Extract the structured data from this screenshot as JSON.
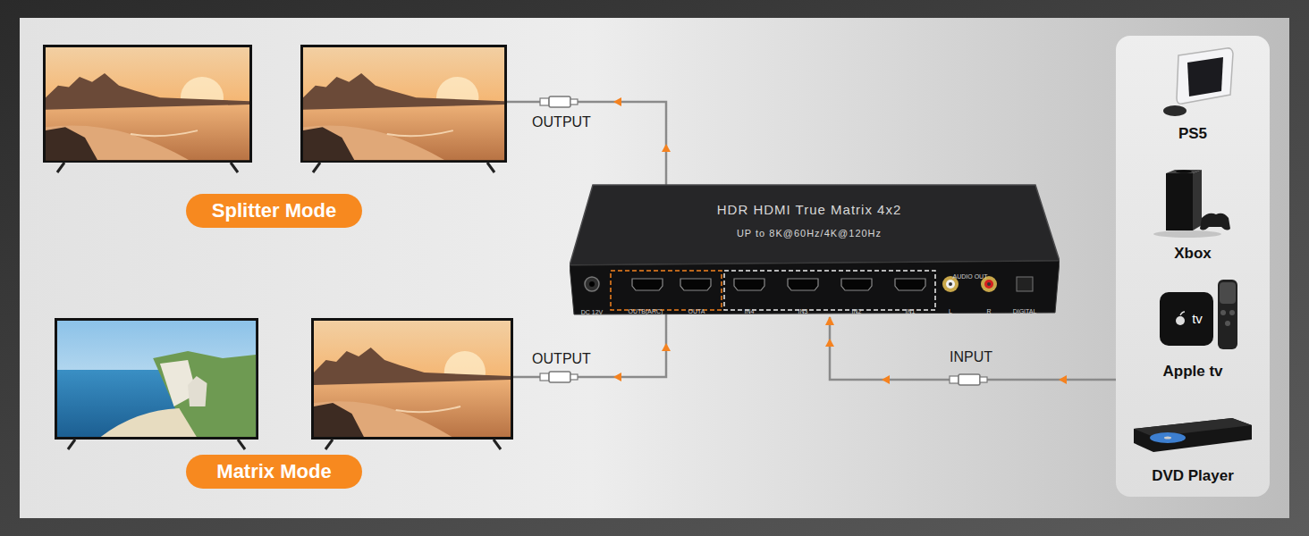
{
  "diagram": {
    "nodes": [
      {
        "text": [
          "Splitter Mode"
        ]
      },
      {
        "text": [
          "HDR HDMI True Matrix 4x2",
          "UP to 8K@60Hz/4K@120Hz"
        ]
      },
      {
        "text": [
          "Matrix Mode"
        ]
      },
      {
        "text": [
          "PS5",
          "Xbox",
          "Apple tv",
          "DVD Player"
        ]
      }
    ],
    "edges": [
      {
        "from": 3,
        "to": 1,
        "arrow": "to",
        "label": "INPUT"
      }
    ],
    "labels": [
      "OUTPUT",
      "OUTPUT",
      "DC 12V",
      "OUTB(ARC)",
      "OUTA",
      "IN4",
      "IN3",
      "IN2",
      "IN1",
      "AUDIO OUT",
      "L",
      "R",
      "DIGITAL",
      "tv"
    ]
  }
}
